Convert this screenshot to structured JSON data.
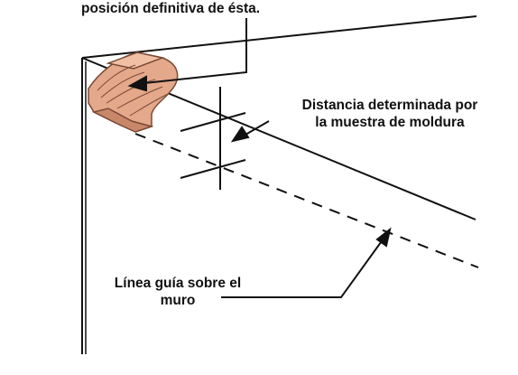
{
  "labels": {
    "top_caption": "posición definitiva de ésta.",
    "distance_line1": "Distancia determinada por",
    "distance_line2": "la muestra de moldura",
    "guide_line1": "Línea guía sobre el",
    "guide_line2": "muro"
  },
  "colors": {
    "ink": "#111111",
    "molding_fill": "#e4a88a",
    "molding_shadow": "#c9876a",
    "molding_grain": "#7a4a36"
  }
}
